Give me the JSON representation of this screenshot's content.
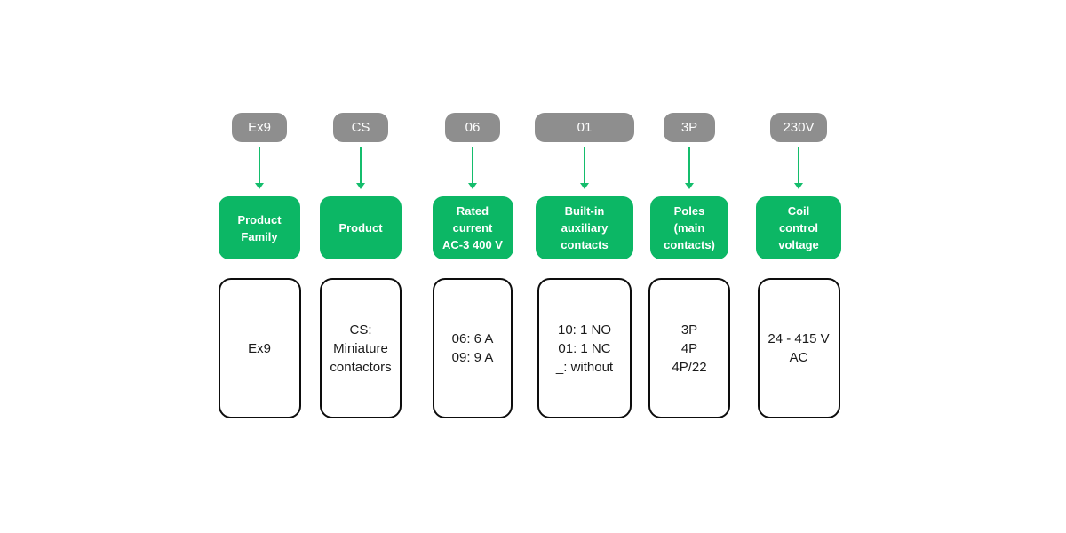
{
  "diagram": {
    "description": "Product code breakdown diagram for Ex9 CS miniature contactor naming",
    "colors": {
      "badge_gray": "#8e8e8e",
      "box_green": "#0cb765",
      "arrow_green": "#14bd6c",
      "outline_black": "#0d0d0d",
      "text_dark": "#1a1a1a"
    },
    "columns": [
      {
        "code": "Ex9",
        "label": "Product\nFamily",
        "detail": "Ex9"
      },
      {
        "code": "CS",
        "label": "Product",
        "detail": "CS:\nMiniature\ncontactors"
      },
      {
        "code": "06",
        "label": "Rated\ncurrent\nAC-3 400 V",
        "detail": "06: 6 A\n09: 9 A"
      },
      {
        "code": "01",
        "label": "Built-in\nauxiliary\ncontacts",
        "detail": "10: 1 NO\n01: 1 NC\n_: without"
      },
      {
        "code": "3P",
        "label": "Poles\n(main\ncontacts)",
        "detail": "3P\n4P\n4P/22"
      },
      {
        "code": "230V",
        "label": "Coil\ncontrol\nvoltage",
        "detail": "24 - 415 V\nAC"
      }
    ]
  }
}
